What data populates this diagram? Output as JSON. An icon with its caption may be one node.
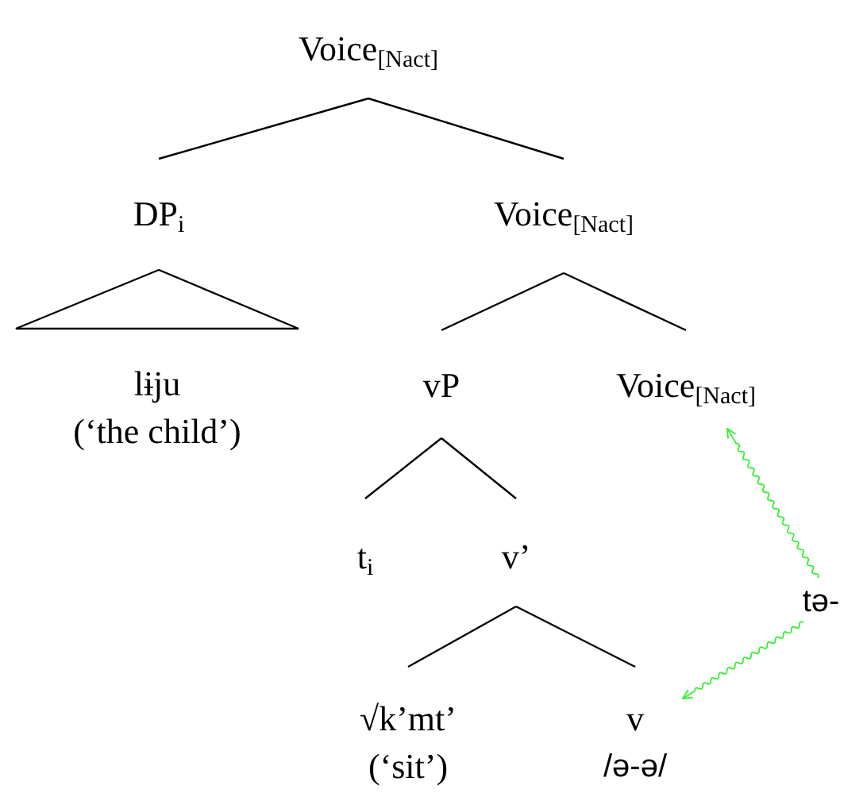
{
  "diagram": {
    "nodes": [
      {
        "text": [
          "Voice$_{[Nact]}$"
        ]
      },
      {
        "text": [
          "DP$_{i}$"
        ]
      },
      {
        "text": [
          "Voice$_{[Nact]}$"
        ]
      },
      {
        "text": [
          "lɨju",
          "(‘the child’)"
        ]
      },
      {
        "text": [
          "vP"
        ]
      },
      {
        "text": [
          "Voice$_{[Nact]}$"
        ]
      },
      {
        "text": [
          "t$_{i}$"
        ]
      },
      {
        "text": [
          "v’"
        ]
      },
      {
        "text": [
          "√k’mt’",
          "(‘sit’)"
        ]
      },
      {
        "text": [
          "v",
          "/ə-ə/"
        ]
      },
      {
        "text": [
          "tə-"
        ]
      }
    ],
    "edges": [
      {
        "from": 0,
        "to": 1,
        "arrow": "none"
      },
      {
        "from": 0,
        "to": 2,
        "arrow": "none"
      },
      {
        "from": 1,
        "to": 3,
        "arrow": "none"
      },
      {
        "from": 2,
        "to": 4,
        "arrow": "none"
      },
      {
        "from": 2,
        "to": 5,
        "arrow": "none"
      },
      {
        "from": 4,
        "to": 6,
        "arrow": "none"
      },
      {
        "from": 4,
        "to": 7,
        "arrow": "none"
      },
      {
        "from": 7,
        "to": 8,
        "arrow": "none"
      },
      {
        "from": 7,
        "to": 9,
        "arrow": "none"
      },
      {
        "from": 10,
        "to": 5,
        "arrow": "to",
        "color": "#33ee33"
      },
      {
        "from": 10,
        "to": 9,
        "arrow": "to",
        "color": "#33ee33"
      }
    ]
  }
}
